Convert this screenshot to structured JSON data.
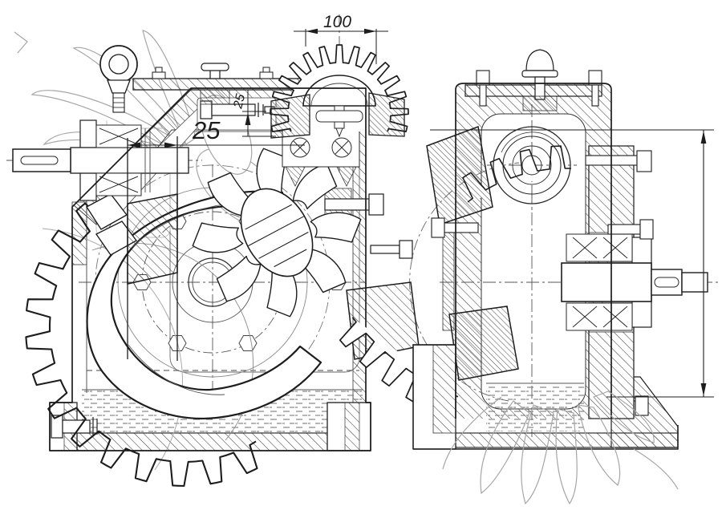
{
  "annotations": {
    "dim_top_gear_width": "100",
    "dim_hub_width": "25",
    "dim_cover_offset": "25"
  },
  "colors": {
    "ink": "#1d1d1d",
    "thin_line": "#3c3c3c",
    "sketch": "#a6a6a6",
    "hatch": "#2f2f2f",
    "background": "#ffffff"
  }
}
